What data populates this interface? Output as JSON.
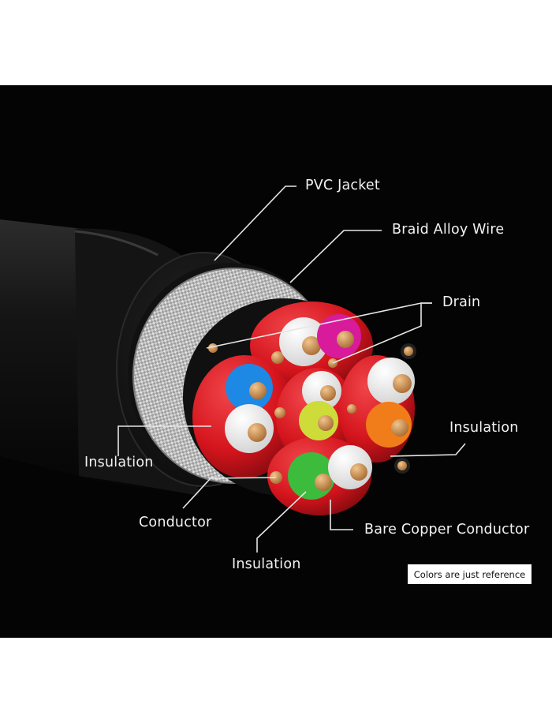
{
  "labels": {
    "pvc_jacket": "PVC Jacket",
    "braid_alloy_wire": "Braid Alloy Wire",
    "drain": "Drain",
    "insulation_right": "Insulation",
    "insulation_left": "Insulation",
    "conductor": "Conductor",
    "bare_copper_conductor": "Bare Copper Conductor",
    "insulation_bottom": "Insulation"
  },
  "note": "Colors are just reference",
  "colors": {
    "background": "#040404",
    "page": "#ffffff",
    "jacket": "#1a1a1a",
    "braid": "#bdbdbd",
    "pair_red": "#d4141c",
    "white_core": "#f2f2f2",
    "copper": "#c98a4a",
    "blue": "#1e88e5",
    "magenta": "#d81b9a",
    "yellow_green": "#cddc39",
    "orange": "#f07c1a",
    "green": "#3dbb3d",
    "leader_line": "#e6e6e6"
  }
}
